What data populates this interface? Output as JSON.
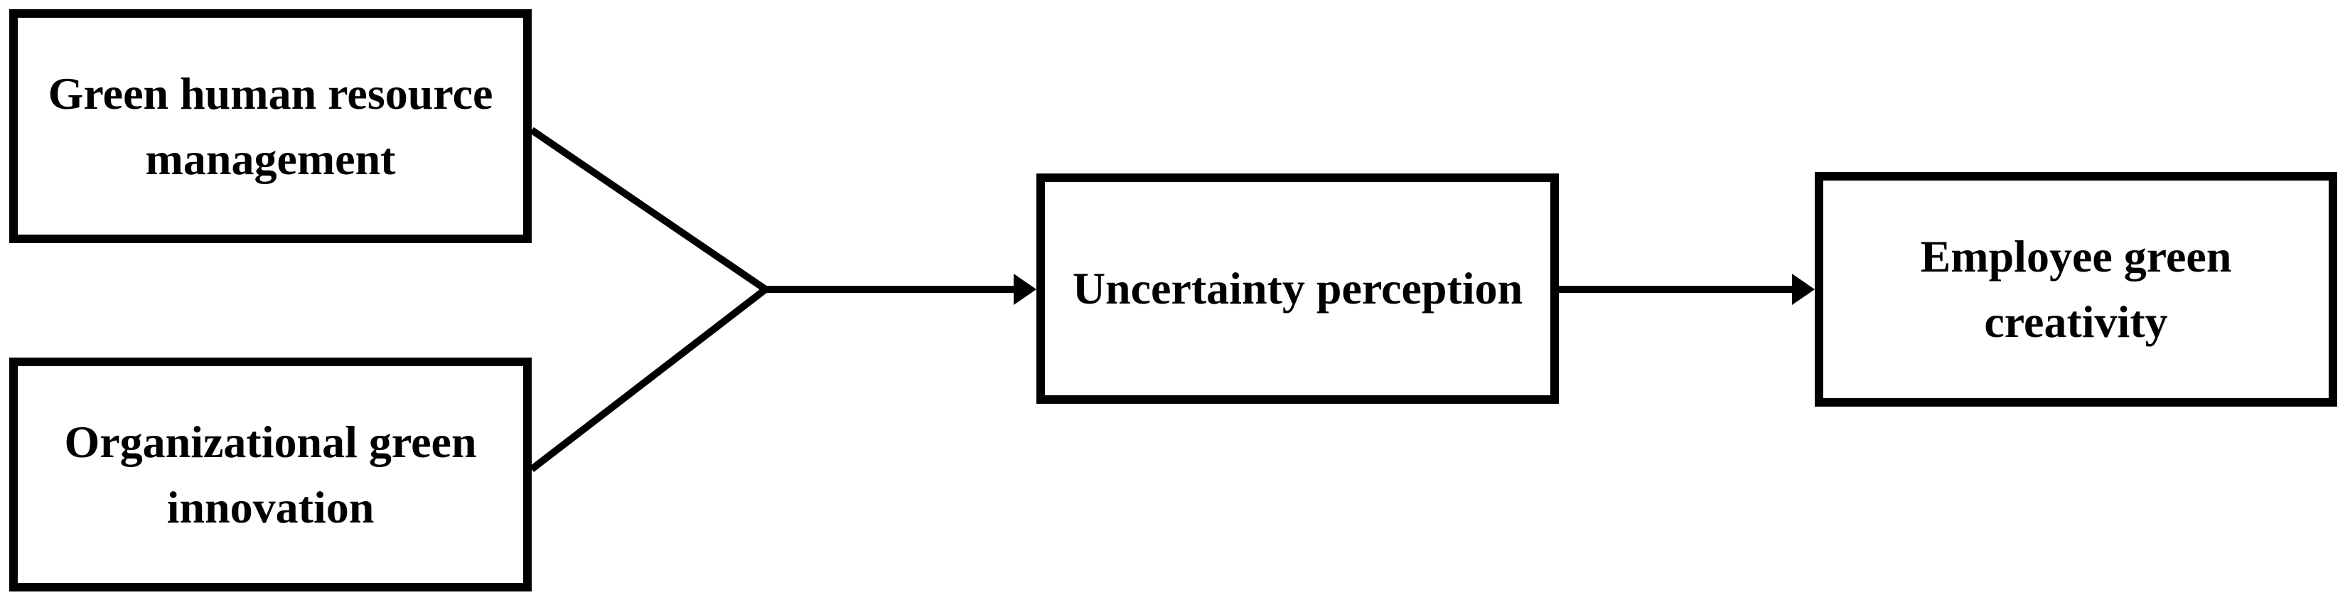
{
  "diagram": {
    "description": "Research model path diagram",
    "nodes": {
      "green_human_resource_management": {
        "label": "Green human resource management"
      },
      "organizational_green_innovation": {
        "label": "Organizational green innovation"
      },
      "uncertainty_perception": {
        "label": "Uncertainty perception"
      },
      "employee_green_creativity": {
        "label": "Employee green creativity"
      }
    },
    "edges": [
      {
        "from": "Green human resource management",
        "to": "Uncertainty perception",
        "style": "line merging into shared arrow"
      },
      {
        "from": "Organizational green innovation",
        "to": "Uncertainty perception",
        "style": "line merging into shared arrow"
      },
      {
        "from": "Uncertainty perception",
        "to": "Employee green creativity",
        "style": "straight arrow"
      }
    ],
    "colors": {
      "stroke": "#000000",
      "box_fill": "#ffffff",
      "text": "#000000",
      "background": "#ffffff"
    }
  }
}
